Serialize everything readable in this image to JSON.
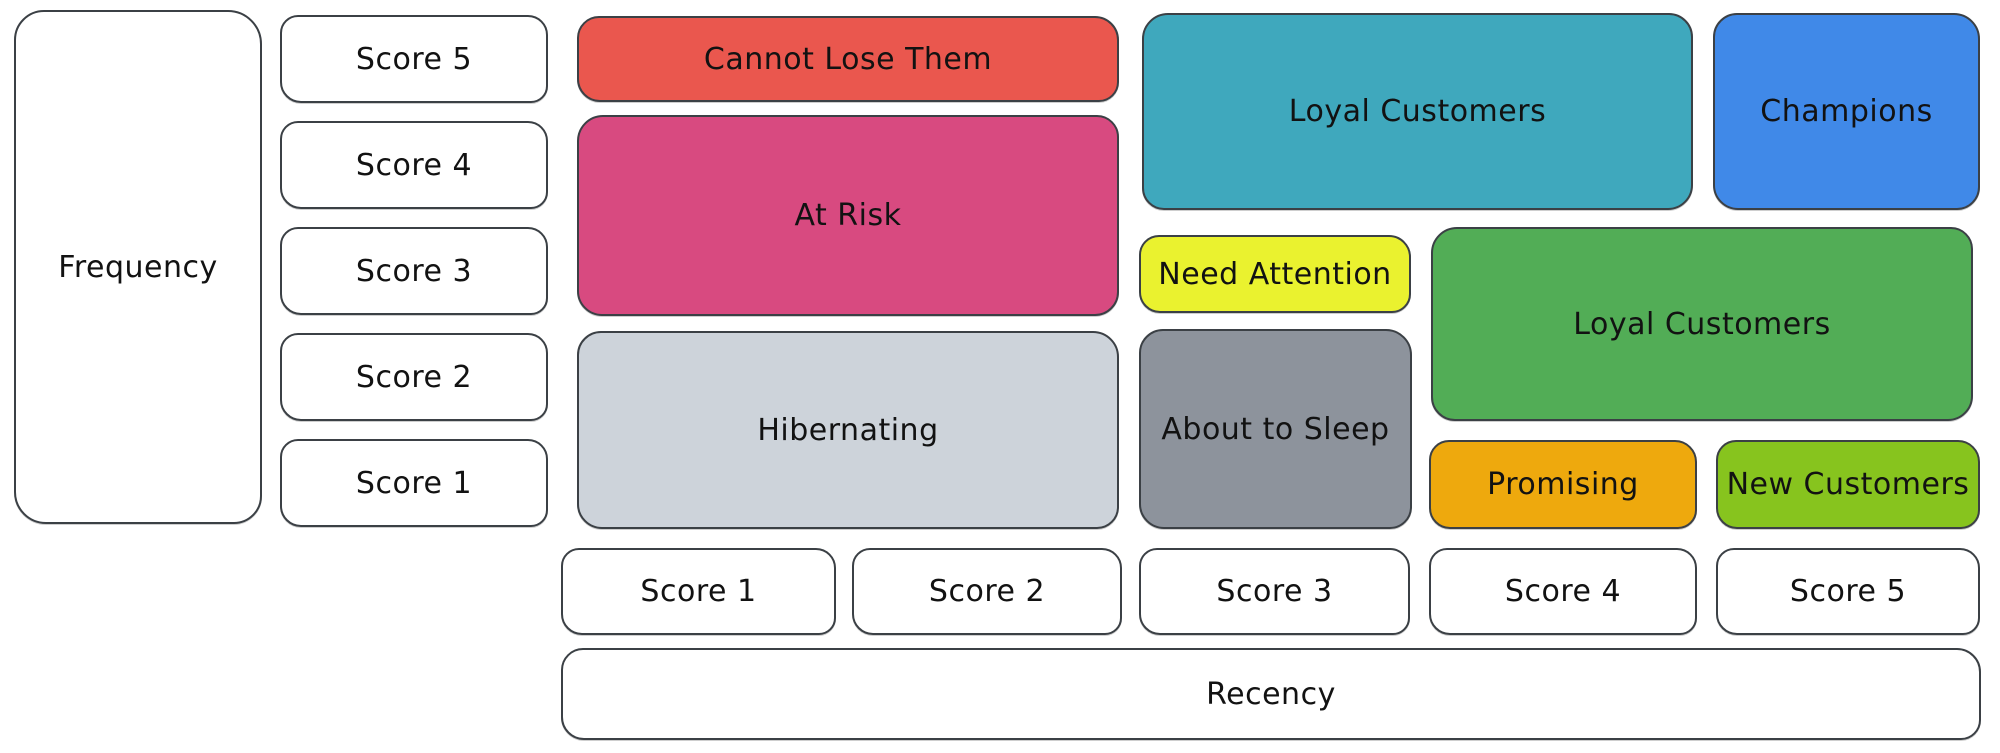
{
  "colors": {
    "border": "#3b4045",
    "text": "#121212",
    "white_box": "#ffffff"
  },
  "axes": {
    "frequency": {
      "label": "Frequency",
      "scores": [
        "Score 5",
        "Score 4",
        "Score 3",
        "Score 2",
        "Score 1"
      ]
    },
    "recency": {
      "label": "Recency",
      "scores": [
        "Score 1",
        "Score 2",
        "Score 3",
        "Score 4",
        "Score 5"
      ]
    }
  },
  "segments": {
    "cannot_lose_them": {
      "label": "Cannot Lose Them",
      "color": "#ea574e"
    },
    "at_risk": {
      "label": "At Risk",
      "color": "#d84a80"
    },
    "hibernating": {
      "label": "Hibernating",
      "color": "#cdd3da"
    },
    "loyal_customers_upper": {
      "label": "Loyal Customers",
      "color": "#3fa8bd"
    },
    "champions": {
      "label": "Champions",
      "color": "#4089e8"
    },
    "need_attention": {
      "label": "Need Attention",
      "color": "#eaf22f"
    },
    "loyal_customers_mid": {
      "label": "Loyal Customers",
      "color": "#52ad56"
    },
    "about_to_sleep": {
      "label": "About to Sleep",
      "color": "#8d939c"
    },
    "promising": {
      "label": "Promising",
      "color": "#eea90d"
    },
    "new_customers": {
      "label": "New Customers",
      "color": "#87c41e"
    }
  }
}
